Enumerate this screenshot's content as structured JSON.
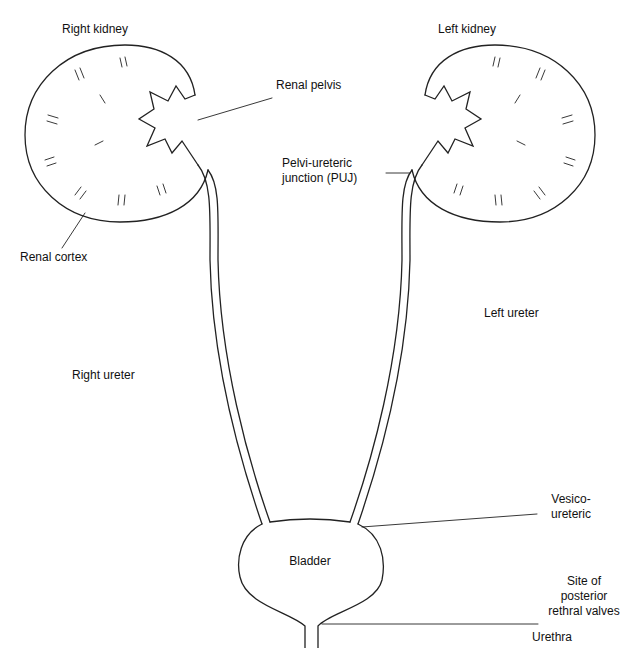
{
  "diagram": {
    "nodes": [
      {
        "text": [
          "Bladder"
        ]
      }
    ],
    "labels": [
      "Right kidney",
      "Left kidney",
      "Renal pelvis",
      "Pelvi-ureteric junction (PUJ)",
      "Renal cortex",
      "Right ureter",
      "Left ureter",
      "Vesico- ureteric",
      "Site of posterior rethral valves",
      "Urethra"
    ]
  }
}
